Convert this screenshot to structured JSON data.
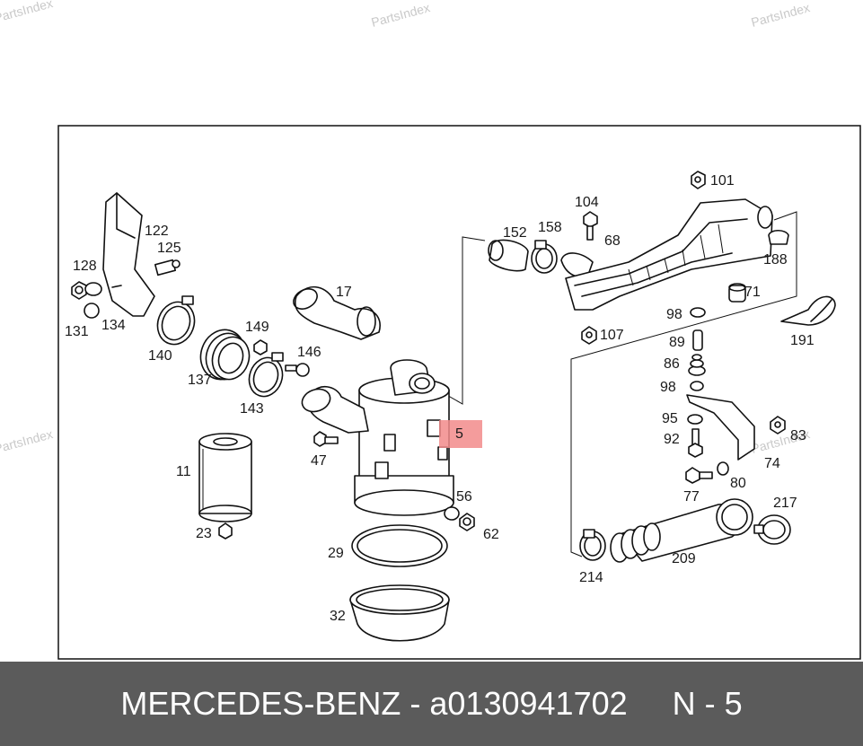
{
  "watermark": "PartsIndex",
  "highlight_color": "#f28b8b",
  "footer": {
    "brand": "MERCEDES-BENZ",
    "dash": "-",
    "part_number": "a0130941702",
    "position": "N - 5"
  },
  "labels": {
    "l5": "5",
    "l11": "11",
    "l17": "17",
    "l23": "23",
    "l29": "29",
    "l32": "32",
    "l47": "47",
    "l56": "56",
    "l62": "62",
    "l68": "68",
    "l71": "71",
    "l74": "74",
    "l77": "77",
    "l80": "80",
    "l83": "83",
    "l86": "86",
    "l89": "89",
    "l92": "92",
    "l95": "95",
    "l98a": "98",
    "l98b": "98",
    "l101": "101",
    "l104": "104",
    "l107": "107",
    "l122": "122",
    "l125": "125",
    "l128": "128",
    "l131": "131",
    "l134": "134",
    "l137": "137",
    "l140": "140",
    "l143": "143",
    "l146": "146",
    "l149": "149",
    "l152": "152",
    "l158": "158",
    "l188": "188",
    "l191": "191",
    "l209": "209",
    "l214": "214",
    "l217": "217"
  }
}
